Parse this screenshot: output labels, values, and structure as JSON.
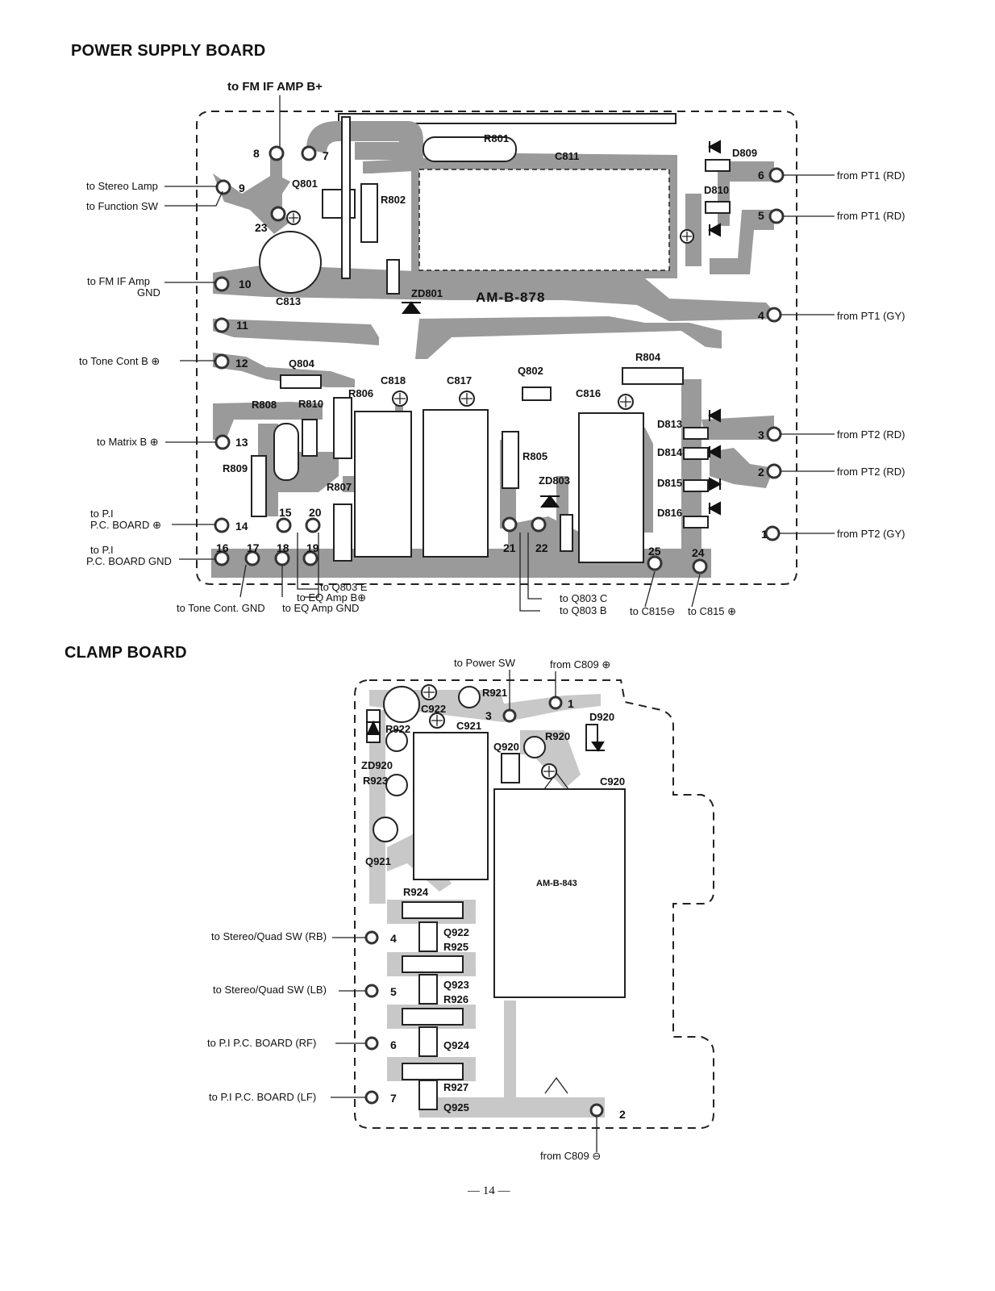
{
  "psb": {
    "title": "POWER SUPPLY BOARD",
    "board_id": "AM-B-878",
    "top_label": "to FM IF AMP B+",
    "left_labels": {
      "stereo_lamp": "to Stereo Lamp",
      "function_sw": "to Function SW",
      "fm_if_gnd_1": "to FM IF Amp",
      "fm_if_gnd_2": "GND",
      "tone_cont_b": "to Tone Cont B",
      "matrix_b": "to Matrix B",
      "pi_board_plus_1": "to P.I",
      "pi_board_plus_2": "P.C. BOARD",
      "pi_board_gnd_1": "to P.I",
      "pi_board_gnd_2": "P.C. BOARD GND"
    },
    "right_labels": {
      "pt1_rd_a": "from PT1 (RD)",
      "pt1_rd_b": "from PT1 (RD)",
      "pt1_gy": "from PT1 (GY)",
      "pt2_rd_a": "from PT2 (RD)",
      "pt2_rd_b": "from PT2 (RD)",
      "pt2_gy": "from PT2 (GY)"
    },
    "bottom_labels": {
      "q803e": "to Q803 E",
      "eq_amp_b": "to EQ Amp B",
      "tone_cont_gnd": "to Tone Cont. GND",
      "eq_amp_gnd": "to EQ Amp GND",
      "q803c": "to Q803 C",
      "q803b": "to Q803 B",
      "c815_minus": "to C815",
      "c815_plus": "to C815"
    },
    "components": [
      "R801",
      "C811",
      "R802",
      "Q801",
      "D809",
      "D810",
      "ZD801",
      "C813",
      "Q804",
      "C818",
      "C817",
      "Q802",
      "R804",
      "C816",
      "R808",
      "R810",
      "R806",
      "R809",
      "R807",
      "R805",
      "ZD803",
      "D813",
      "D814",
      "D815",
      "D816"
    ],
    "pins": [
      "8",
      "7",
      "9",
      "23",
      "10",
      "11",
      "12",
      "13",
      "14",
      "15",
      "20",
      "16",
      "17",
      "18",
      "19",
      "21",
      "22",
      "25",
      "24",
      "6",
      "5",
      "4",
      "3",
      "2",
      "1"
    ]
  },
  "clamp": {
    "title": "CLAMP BOARD",
    "board_id": "AM-B-843",
    "top_labels": {
      "power_sw": "to Power SW",
      "from_c809_plus": "from C809"
    },
    "left_labels": {
      "rb": "to Stereo/Quad SW (RB)",
      "lb": "to Stereo/Quad SW (LB)",
      "rf": "to P.I P.C. BOARD (RF)",
      "lf": "to P.I P.C. BOARD (LF)"
    },
    "bottom_label": "from C809",
    "components": [
      "R921",
      "C922",
      "C921",
      "R922",
      "ZD920",
      "R923",
      "Q921",
      "Q920",
      "R920",
      "D920",
      "C920",
      "R924",
      "Q922",
      "R925",
      "Q923",
      "R926",
      "Q924",
      "R927",
      "Q925"
    ],
    "pins": [
      "1",
      "2",
      "3",
      "4",
      "5",
      "6",
      "7"
    ]
  },
  "page_number": "— 14 —"
}
